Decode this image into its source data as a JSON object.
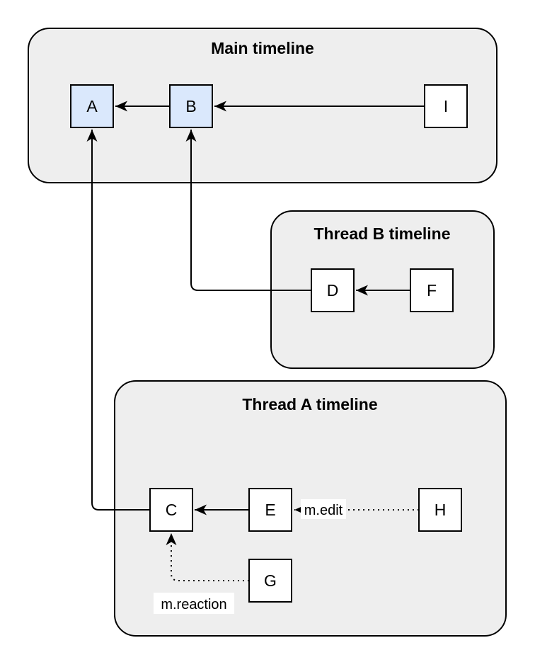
{
  "colors": {
    "background": "#ffffff",
    "container_fill": "#eeeeee",
    "container_stroke": "#000000",
    "node_fill": "#ffffff",
    "node_highlight_fill": "#dae8fc",
    "node_stroke": "#000000",
    "edge_stroke": "#000000",
    "edge_label_bg": "#ffffff"
  },
  "groups": {
    "main": {
      "title": "Main timeline"
    },
    "thread_b": {
      "title": "Thread B timeline"
    },
    "thread_a": {
      "title": "Thread A timeline"
    }
  },
  "nodes": {
    "a": {
      "label": "A",
      "highlighted": true,
      "group": "main"
    },
    "b": {
      "label": "B",
      "highlighted": true,
      "group": "main"
    },
    "i": {
      "label": "I",
      "highlighted": false,
      "group": "main"
    },
    "d": {
      "label": "D",
      "highlighted": false,
      "group": "thread_b"
    },
    "f": {
      "label": "F",
      "highlighted": false,
      "group": "thread_b"
    },
    "c": {
      "label": "C",
      "highlighted": false,
      "group": "thread_a"
    },
    "e": {
      "label": "E",
      "highlighted": false,
      "group": "thread_a"
    },
    "h": {
      "label": "H",
      "highlighted": false,
      "group": "thread_a"
    },
    "g": {
      "label": "G",
      "highlighted": false,
      "group": "thread_a"
    }
  },
  "edges": {
    "b_to_a": {
      "from": "B",
      "to": "A",
      "style": "solid",
      "label": ""
    },
    "i_to_b": {
      "from": "I",
      "to": "B",
      "style": "solid",
      "label": ""
    },
    "f_to_d": {
      "from": "F",
      "to": "D",
      "style": "solid",
      "label": ""
    },
    "d_to_b": {
      "from": "D",
      "to": "B",
      "style": "solid",
      "label": ""
    },
    "e_to_c": {
      "from": "E",
      "to": "C",
      "style": "solid",
      "label": ""
    },
    "c_to_a": {
      "from": "C",
      "to": "A",
      "style": "solid",
      "label": ""
    },
    "h_to_e": {
      "from": "H",
      "to": "E",
      "style": "dotted",
      "label": "m.edit"
    },
    "g_to_c": {
      "from": "G",
      "to": "C",
      "style": "dotted",
      "label": "m.reaction"
    }
  }
}
